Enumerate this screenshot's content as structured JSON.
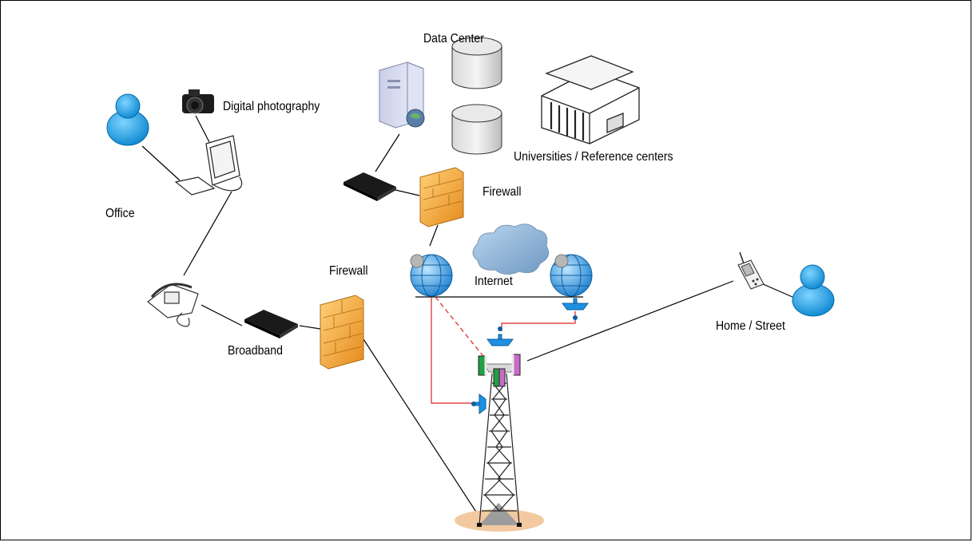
{
  "labels": {
    "data_center": "Data Center",
    "digital_photography": "Digital photography",
    "universities": "Universities / Reference centers",
    "office": "Office",
    "firewall_top": "Firewall",
    "firewall_left": "Firewall",
    "internet": "Internet",
    "broadband": "Broadband",
    "home_street": "Home / Street"
  },
  "colors": {
    "link_line": "#000000",
    "wireless_link": "#e02020",
    "user_blue": "#1aa0e6",
    "firewall_orange": "#f2a33a",
    "globe_blue": "#2a8fd8",
    "cloud": "#8fb5d6",
    "tower_base": "#f2c9a0"
  },
  "icons": [
    "user-icon",
    "camera-icon",
    "computer-icon",
    "server-icon",
    "database-icon",
    "building-icon",
    "router-icon",
    "firewall-icon",
    "globe-icon",
    "cloud-icon",
    "phone-icon",
    "mobile-phone-icon",
    "antenna-icon",
    "cell-tower-icon"
  ]
}
